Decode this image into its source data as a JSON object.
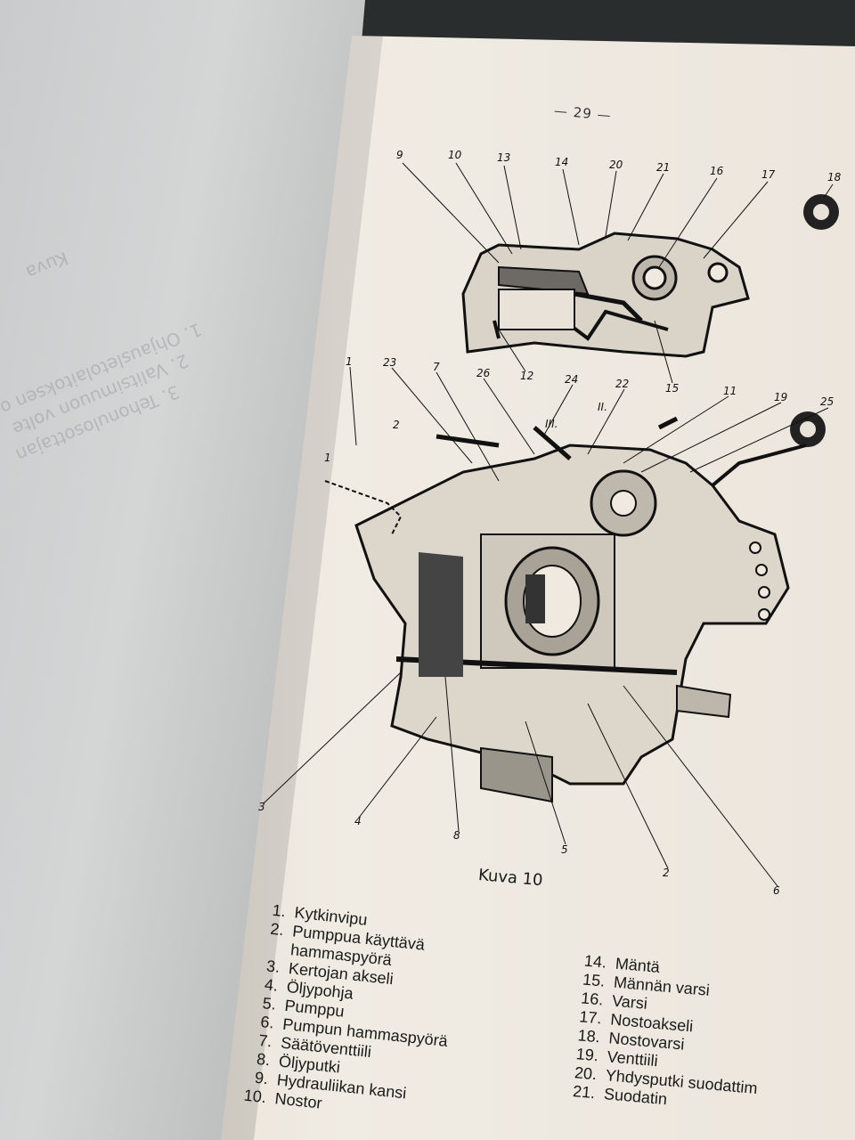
{
  "page": {
    "page_number": "— 29 —",
    "caption": "Kuva 10"
  },
  "ghost_text": [
    "Kuva",
    "1. Ohjausletolaitoksen o",
    "2. Valitsimuuon volte",
    "3. Tehonulosottajan"
  ],
  "callouts": {
    "upper": [
      "9",
      "10",
      "13",
      "14",
      "20",
      "21",
      "16",
      "17",
      "18",
      "12",
      "15"
    ],
    "lower": [
      "1",
      "23",
      "7",
      "26",
      "24",
      "22",
      "11",
      "19",
      "25",
      "2",
      "1",
      "III.",
      "II.",
      "3",
      "4",
      "8",
      "5",
      "2",
      "6"
    ]
  },
  "legend_left": [
    {
      "num": "1.",
      "text": "Kytkinvipu"
    },
    {
      "num": "2.",
      "text": "Pumppua käyttävä"
    },
    {
      "num": "",
      "text": "hammaspyörä"
    },
    {
      "num": "3.",
      "text": "Kertojan akseli"
    },
    {
      "num": "4.",
      "text": "Öljypohja"
    },
    {
      "num": "5.",
      "text": "Pumppu"
    },
    {
      "num": "6.",
      "text": "Pumpun hammaspyörä"
    },
    {
      "num": "7.",
      "text": "Säätöventtiili"
    },
    {
      "num": "8.",
      "text": "Öljyputki"
    },
    {
      "num": "9.",
      "text": "Hydrauliikan kansi"
    },
    {
      "num": "10.",
      "text": "Nostor"
    }
  ],
  "legend_right": [
    {
      "num": "14.",
      "text": "Mäntä"
    },
    {
      "num": "15.",
      "text": "Männän varsi"
    },
    {
      "num": "16.",
      "text": "Varsi"
    },
    {
      "num": "17.",
      "text": "Nostoakseli"
    },
    {
      "num": "18.",
      "text": "Nostovarsi"
    },
    {
      "num": "19.",
      "text": "Venttiili"
    },
    {
      "num": "20.",
      "text": "Yhdysputki suodattim"
    },
    {
      "num": "21.",
      "text": "Suodatin"
    }
  ]
}
